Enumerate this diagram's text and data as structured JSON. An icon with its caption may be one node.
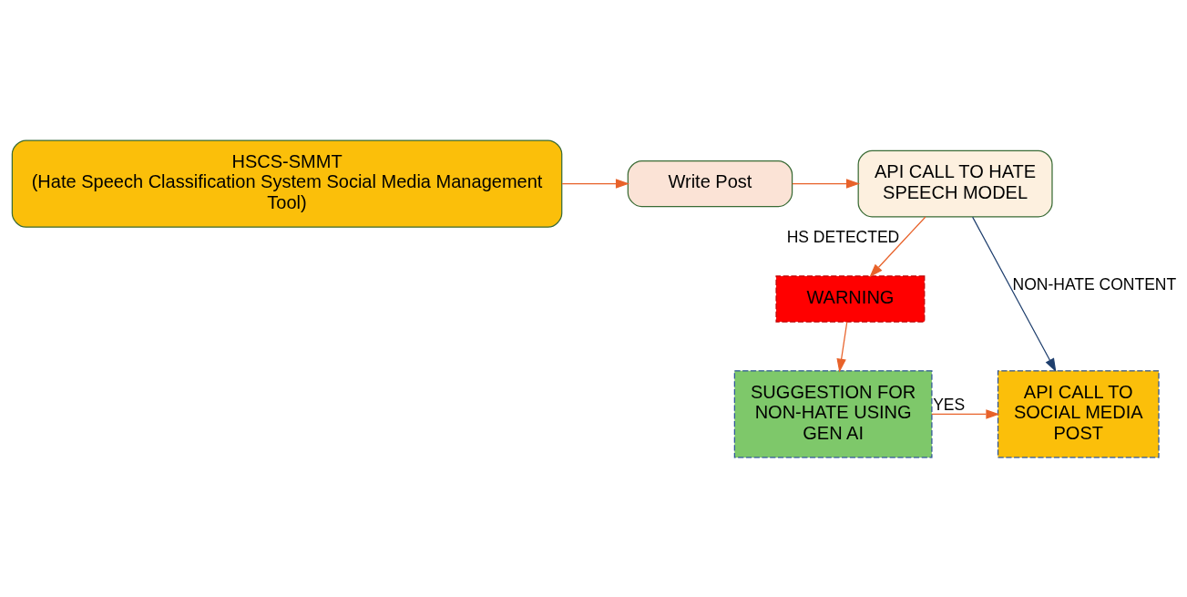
{
  "diagram": {
    "nodes": [
      {
        "text": [
          "HSCS-SMMT",
          "(Hate Speech Classification System Social Media Management Tool)"
        ]
      },
      {
        "text": [
          "Write Post"
        ]
      },
      {
        "text": [
          "API CALL TO HATE SPEECH MODEL"
        ]
      },
      {
        "text": [
          "WARNING"
        ]
      },
      {
        "text": [
          "SUGGESTION FOR NON-HATE USING GEN AI"
        ]
      },
      {
        "text": [
          "API CALL TO SOCIAL MEDIA POST"
        ]
      }
    ],
    "edges": [
      {
        "from": 0,
        "to": 1,
        "arrow": "to"
      },
      {
        "from": 1,
        "to": 2,
        "arrow": "to"
      },
      {
        "from": 2,
        "to": 3,
        "arrow": "to",
        "label": "HS DETECTED"
      },
      {
        "from": 3,
        "to": 4,
        "arrow": "to"
      },
      {
        "from": 4,
        "to": 5,
        "arrow": "to",
        "label": "YES"
      },
      {
        "from": 2,
        "to": 5,
        "arrow": "to",
        "label": "NON-HATE CONTENT",
        "color": "#1f3f6e"
      }
    ]
  }
}
